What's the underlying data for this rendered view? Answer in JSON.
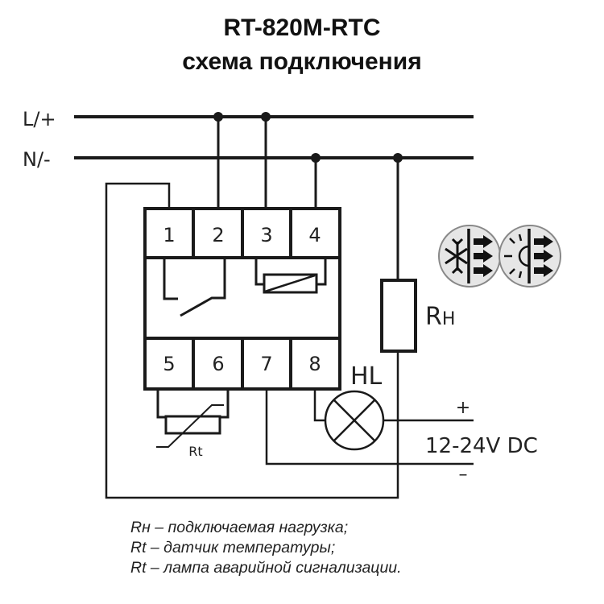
{
  "title": {
    "model": "RT-820M-RTC",
    "subtitle": "схема подключения"
  },
  "lines": {
    "live": "L/+",
    "neutral": "N/-"
  },
  "terminals": [
    "1",
    "2",
    "3",
    "4",
    "5",
    "6",
    "7",
    "8"
  ],
  "components": {
    "load_label": "Rн",
    "load_label_main": "R",
    "load_label_sub": "H",
    "lamp_label": "HL",
    "sensor_label": "Rt",
    "supply_plus": "+",
    "supply_minus": "–",
    "supply_voltage": "12-24V DC"
  },
  "icons": [
    "cooling-mode-icon",
    "heating-mode-icon"
  ],
  "legend": [
    "Rн – подключаемая нагрузка;",
    "Rt – датчик температуры;",
    "Rt – лампа аварийной сигнализации."
  ]
}
